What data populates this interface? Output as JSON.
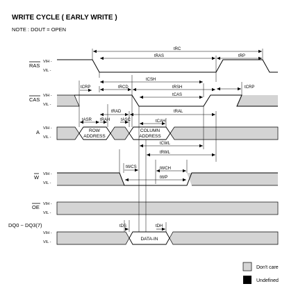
{
  "title": "WRITE CYCLE ( EARLY WRITE )",
  "note": "NOTE : DOUT = OPEN",
  "levels": {
    "vih": "VIH -",
    "vil": "VIL -"
  },
  "signals": {
    "ras": "RAS",
    "cas": "CAS",
    "a": "A",
    "w": "W",
    "oe": "OE",
    "dq": "DQ0 ~ DQ3(7)"
  },
  "boxes": {
    "row_address": [
      "ROW",
      "ADDRESS"
    ],
    "column_address": [
      "COLUMN",
      "ADDRESS"
    ],
    "data_in": "DATA-IN"
  },
  "timing": {
    "trc": "tRC",
    "tras": "tRAS",
    "trp": "tRP",
    "tcrp": "tCRP",
    "tcsh": "tCSH",
    "trcd": "tRCD",
    "trsh": "tRSH",
    "tcas": "tCAS",
    "tcrp2": "tCRP",
    "trad": "tRAD",
    "tral": "tRAL",
    "tasr": "tASR",
    "trah": "tRAH",
    "tasc": "tASC",
    "tcah": "tCAH",
    "tcwl": "tCWL",
    "trwl": "tRWL",
    "twcs": "tWCS",
    "twch": "tWCH",
    "twp": "tWP",
    "tds": "tDS",
    "tdh": "tDH"
  },
  "legend": {
    "dont_care": "Don't care",
    "undefined": "Undefined"
  },
  "colors": {
    "hatch": "#d4d4d4",
    "line": "#000000",
    "undefined": "#000000"
  }
}
